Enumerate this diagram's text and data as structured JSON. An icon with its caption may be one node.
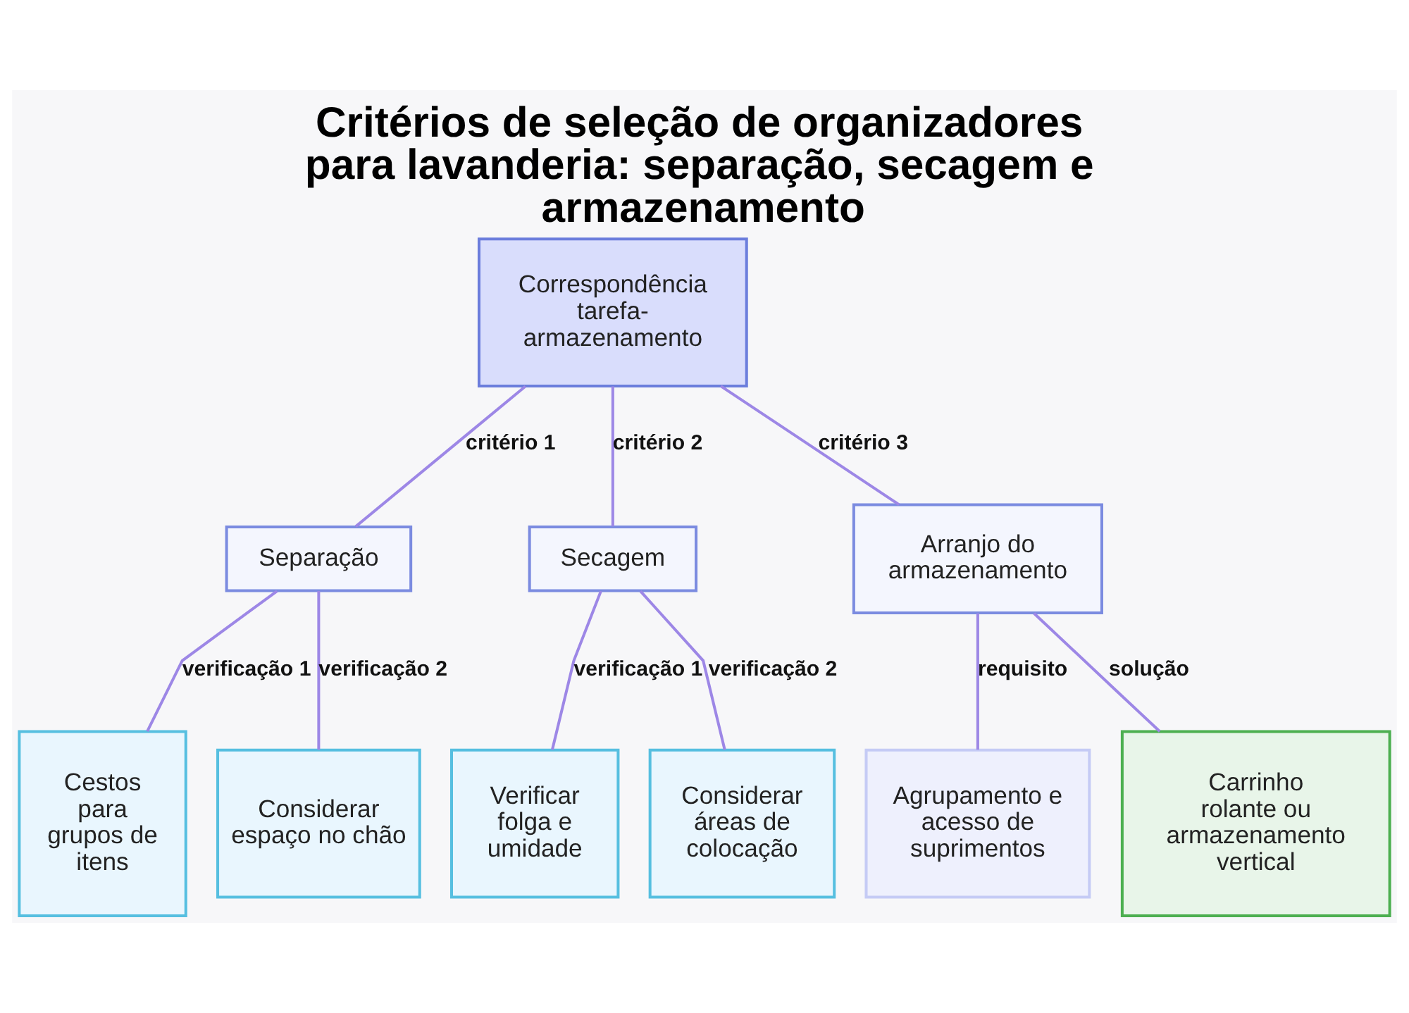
{
  "diagram": {
    "title": "Critérios de seleção de organizadores para lavanderia: separação, secagem e armazenamento",
    "nodes": [
      {
        "text": [
          "Correspondência tarefa-armazenamento"
        ]
      },
      {
        "text": [
          "Separação"
        ]
      },
      {
        "text": [
          "Secagem"
        ]
      },
      {
        "text": [
          "Arranjo do armazenamento"
        ]
      },
      {
        "text": [
          "Cestos para grupos de itens"
        ]
      },
      {
        "text": [
          "Considerar espaço no chão"
        ]
      },
      {
        "text": [
          "Verificar folga e umidade"
        ]
      },
      {
        "text": [
          "Considerar áreas de colocação"
        ]
      },
      {
        "text": [
          "Agrupamento e acesso de suprimentos"
        ]
      },
      {
        "text": [
          "Carrinho rolante ou armazenamento vertical"
        ]
      }
    ],
    "edges": [
      {
        "from": 0,
        "to": 1,
        "arrow": "none",
        "label": "critério 1"
      },
      {
        "from": 0,
        "to": 2,
        "arrow": "none",
        "label": "critério 2"
      },
      {
        "from": 0,
        "to": 3,
        "arrow": "none",
        "label": "critério 3"
      },
      {
        "from": 1,
        "to": 4,
        "arrow": "none",
        "label": "verificação 1"
      },
      {
        "from": 1,
        "to": 5,
        "arrow": "none",
        "label": "verificação 2"
      },
      {
        "from": 2,
        "to": 6,
        "arrow": "none",
        "label": "verificação 1"
      },
      {
        "from": 2,
        "to": 7,
        "arrow": "none",
        "label": "verificação 2"
      },
      {
        "from": 3,
        "to": 8,
        "arrow": "none",
        "label": "requisito"
      },
      {
        "from": 3,
        "to": 9,
        "arrow": "none",
        "label": "solução"
      }
    ]
  }
}
